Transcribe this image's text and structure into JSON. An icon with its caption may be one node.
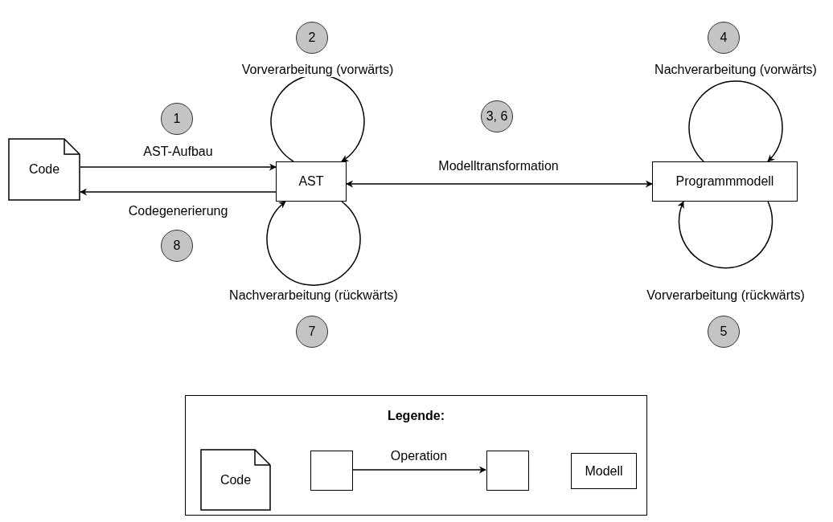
{
  "diagram": {
    "nodes": [
      {
        "text": [
          "Code"
        ]
      },
      {
        "text": [
          "AST"
        ]
      },
      {
        "text": [
          "Programmmodell"
        ]
      },
      {
        "text": [
          "2"
        ]
      },
      {
        "text": [
          "4"
        ]
      },
      {
        "text": [
          "1"
        ]
      },
      {
        "text": [
          "3, 6"
        ]
      },
      {
        "text": [
          "8"
        ]
      },
      {
        "text": [
          "7"
        ]
      },
      {
        "text": [
          "5"
        ]
      },
      {
        "text": [
          "Legende:"
        ]
      },
      {
        "text": [
          "Code"
        ],
        "in": 10
      },
      {
        "text": [],
        "shape": "box",
        "in": 10
      },
      {
        "text": [],
        "shape": "box",
        "in": 10
      },
      {
        "text": [
          "Modell"
        ],
        "in": 10
      }
    ],
    "edges": [
      {
        "from": 0,
        "to": 1,
        "arrow": "to",
        "label": "AST-Aufbau"
      },
      {
        "from": 1,
        "to": 0,
        "arrow": "to",
        "label": "Codegenerierung"
      },
      {
        "from": 1,
        "to": 1,
        "arrow": "to",
        "label": "Vorverarbeitung (vorwärts)"
      },
      {
        "from": 1,
        "to": 2,
        "arrow": "both",
        "label": "Modelltransformation"
      },
      {
        "from": 2,
        "to": 2,
        "arrow": "to",
        "label": "Nachverarbeitung (vorwärts)"
      },
      {
        "from": 2,
        "to": 2,
        "arrow": "to",
        "label": "Vorverarbeitung (rückwärts)"
      },
      {
        "from": 1,
        "to": 1,
        "arrow": "to",
        "label": "Nachverarbeitung (rückwärts)"
      },
      {
        "from": 12,
        "to": 13,
        "arrow": "to",
        "label": "Operation"
      }
    ]
  }
}
